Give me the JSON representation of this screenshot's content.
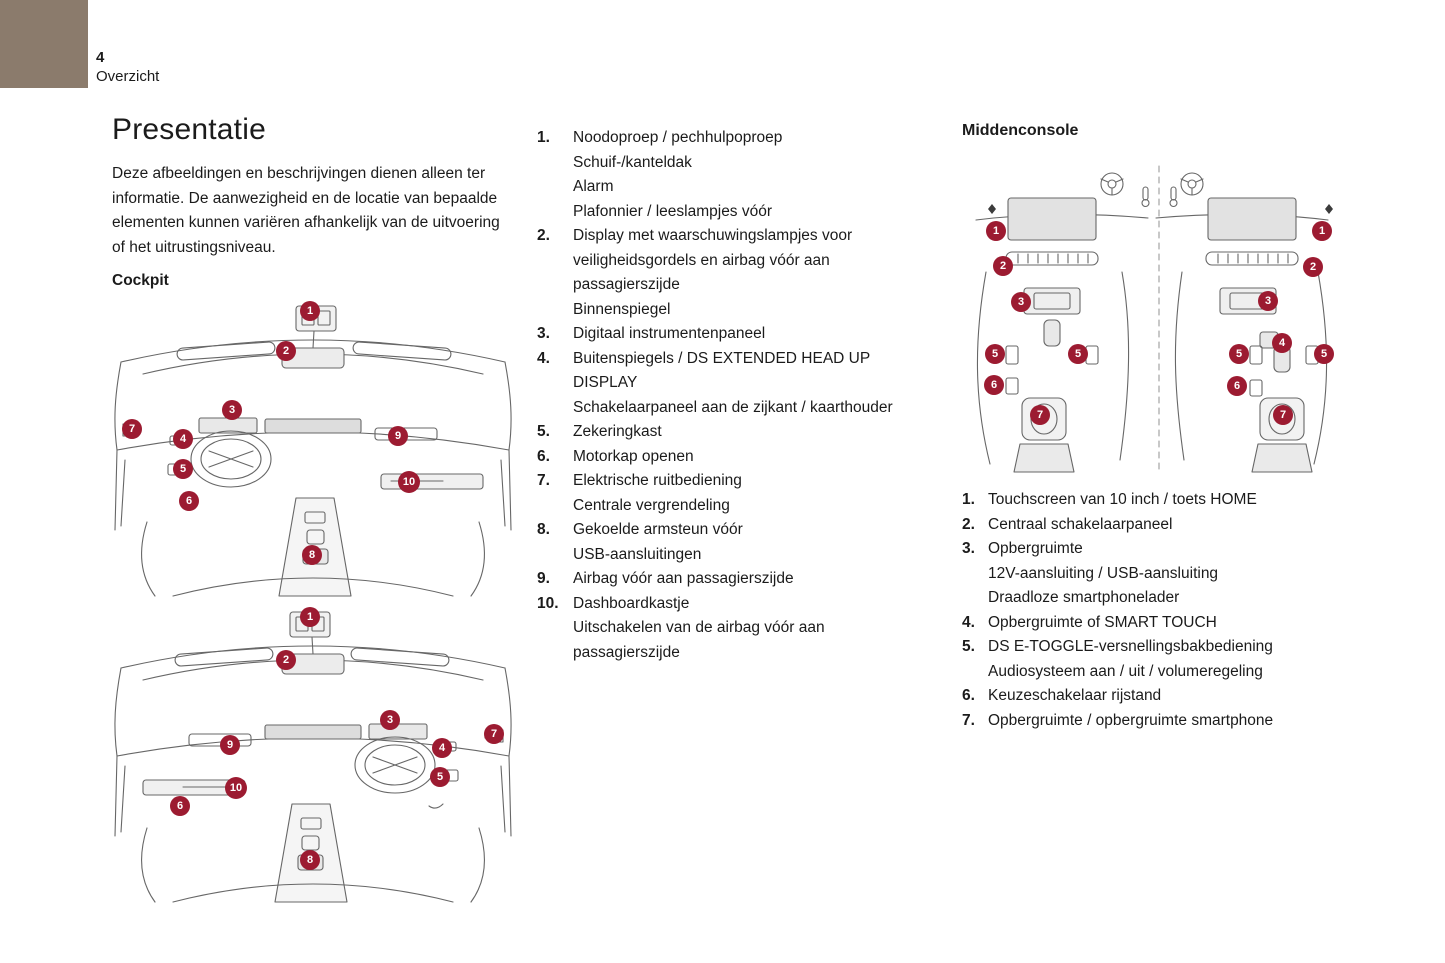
{
  "page": {
    "number": "4",
    "section": "Overzicht"
  },
  "left": {
    "title": "Presentatie",
    "intro": "Deze afbeeldingen en beschrijvingen dienen alleen ter informatie. De aanwezigheid en de locatie van bepaalde elementen kunnen variëren afhankelijk van de uitvoering of het uitrustingsniveau.",
    "cockpit_heading": "Cockpit"
  },
  "cockpit_list": [
    {
      "num": "1.",
      "entries": [
        "Noodoproep / pechhulpoproep",
        "Schuif-/kanteldak",
        "Alarm",
        "Plafonnier / leeslampjes vóór"
      ]
    },
    {
      "num": "2.",
      "entries": [
        "Display met waarschuwingslampjes voor veiligheidsgordels en airbag vóór aan passagierszijde",
        "Binnenspiegel"
      ]
    },
    {
      "num": "3.",
      "entries": [
        "Digitaal instrumentenpaneel"
      ]
    },
    {
      "num": "4.",
      "entries": [
        "Buitenspiegels / DS EXTENDED HEAD UP DISPLAY",
        "Schakelaarpaneel aan de zijkant / kaarthouder"
      ]
    },
    {
      "num": "5.",
      "entries": [
        "Zekeringkast"
      ]
    },
    {
      "num": "6.",
      "entries": [
        "Motorkap openen"
      ]
    },
    {
      "num": "7.",
      "entries": [
        "Elektrische ruitbediening",
        "Centrale vergrendeling"
      ]
    },
    {
      "num": "8.",
      "entries": [
        "Gekoelde armsteun vóór",
        "USB-aansluitingen"
      ]
    },
    {
      "num": "9.",
      "entries": [
        "Airbag vóór aan passagierszijde"
      ]
    },
    {
      "num": "10.",
      "entries": [
        "Dashboardkastje",
        "Uitschakelen van de airbag vóór aan passagierszijde"
      ]
    }
  ],
  "console": {
    "heading": "Middenconsole",
    "list": [
      {
        "num": "1.",
        "entries": [
          "Touchscreen van 10 inch / toets HOME"
        ]
      },
      {
        "num": "2.",
        "entries": [
          "Centraal schakelaarpaneel"
        ]
      },
      {
        "num": "3.",
        "entries": [
          "Opbergruimte",
          "12V-aansluiting / USB-aansluiting",
          "Draadloze smartphonelader"
        ]
      },
      {
        "num": "4.",
        "entries": [
          "Opbergruimte of SMART TOUCH"
        ]
      },
      {
        "num": "5.",
        "entries": [
          "DS E-TOGGLE-versnellingsbakbediening",
          "Audiosysteem aan / uit / volumeregeling"
        ]
      },
      {
        "num": "6.",
        "entries": [
          "Keuzeschakelaar rijstand"
        ]
      },
      {
        "num": "7.",
        "entries": [
          "Opbergruimte / opbergruimte smartphone"
        ]
      }
    ]
  },
  "badges": {
    "cockpit_top": [
      "1",
      "2",
      "3",
      "7",
      "4",
      "5",
      "6",
      "9",
      "10",
      "8"
    ],
    "cockpit_bottom": [
      "1",
      "2",
      "3",
      "9",
      "4",
      "7",
      "5",
      "10",
      "6",
      "8"
    ],
    "console_left": [
      "1",
      "2",
      "3",
      "5",
      "5",
      "6",
      "7"
    ],
    "console_right": [
      "1",
      "2",
      "3",
      "4",
      "5",
      "5",
      "6",
      "7"
    ]
  },
  "colors": {
    "badge": "#9c1b31",
    "corner_block": "#8b7b6c"
  }
}
